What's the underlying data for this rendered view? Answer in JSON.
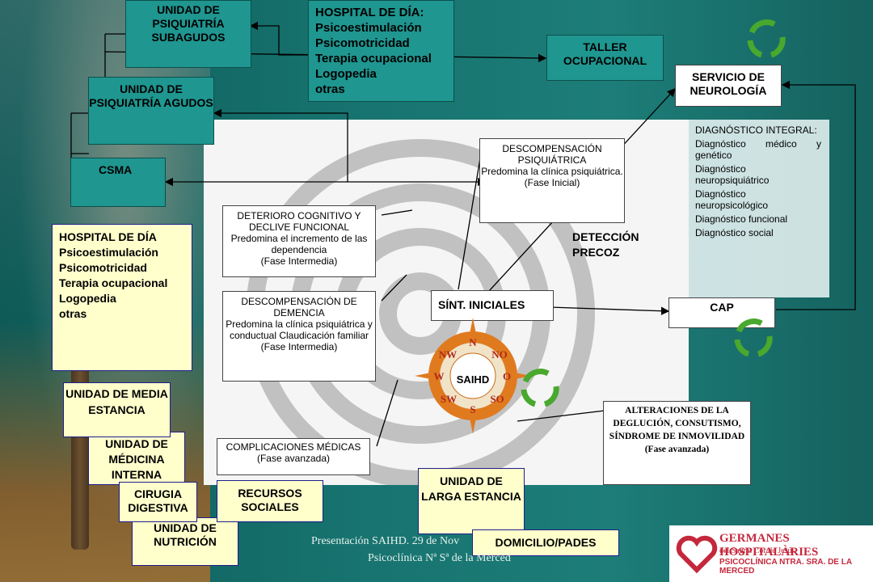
{
  "boxes": {
    "psiq_subagudos": "UNIDAD DE PSIQUIATRÍA SUBAGUDOS",
    "hospital_dia_top": {
      "title": "HOSPITAL DE DÍA:",
      "items": [
        "Psicoestimulación",
        "Psicomotricidad",
        "Terapia ocupacional",
        "Logopedia",
        "otras"
      ]
    },
    "taller": "TALLER OCUPACIONAL",
    "neurologia": "SERVICIO DE NEUROLOGÍA",
    "psiq_agudos": "UNIDAD DE PSIQUIATRÍA AGUDOS",
    "csma": "CSMA",
    "hospital_dia_left": {
      "title": "HOSPITAL DE DÍA",
      "items": [
        "Psicoestimulación",
        "Psicomotricidad",
        "Terapia ocupacional",
        "Logopedia",
        "otras"
      ]
    },
    "media_estancia": "UNIDAD DE MEDIA ESTANCIA",
    "medicina_interna": "UNIDAD DE MÉDICINA INTERNA",
    "cirugia": "CIRUGIA DIGESTIVA",
    "recursos": "RECURSOS SOCIALES",
    "nutricion": "UNIDAD DE NUTRICIÓN",
    "larga_estancia": "UNIDAD DE LARGA ESTANCIA",
    "domicilio": "DOMICILIO/PADES",
    "cap": "CAP",
    "sint_iniciales": "SÍNT. INICIALES",
    "deteccion": "DETECCIÓN PRECOZ",
    "descomp_psiq": {
      "title": "DESCOMPENSACIÓN PSIQUIÁTRICA",
      "body": "Predomina la clínica psiquiátrica.",
      "phase": "(Fase Inicial)"
    },
    "deterioro": {
      "title": "DETERIORO COGNITIVO Y DECLIVE FUNCIONAL",
      "body": "Predomina el incremento de las dependencia",
      "phase": "(Fase Intermedia)"
    },
    "descomp_demencia": {
      "title": "DESCOMPENSACIÓN DE DEMENCIA",
      "body": "Predomina la clínica psiquiátrica y conductual Claudicación familiar",
      "phase": "(Fase Intermedia)"
    },
    "complicaciones": {
      "title": "COMPLICACIONES MÉDICAS",
      "phase": "(Fase avanzada)"
    },
    "alteraciones": {
      "title": "ALTERACIONES DE LA DEGLUCIÓN, CONSUTISMO, SÍNDROME DE INMOVILIDAD",
      "phase": "(Fase avanzada)"
    },
    "diagnostico": {
      "title": "DIAGNÓSTICO INTEGRAL:",
      "items": [
        "Diagnóstico médico y genético",
        "Diagnóstico neuropsiquiátrico",
        "Diagnóstico neuropsicológico",
        "Diagnóstico funcional",
        "Diagnóstico social"
      ]
    }
  },
  "compass": {
    "center": "SAIHD",
    "points": [
      "N",
      "NO",
      "O",
      "SO",
      "S",
      "SW",
      "W",
      "NW"
    ]
  },
  "footer": {
    "line1": "Presentación SAIHD. 29 de Nov",
    "line2": "Psicoclínica Nª Sª de la Merced"
  },
  "logo": {
    "name": "GERMANES HOSPITALÀRIES",
    "sub": "del Sagrat Cor de Jesús",
    "clinic": "PSICOCLÍNICA NTRA. SRA. DE LA MERCED"
  },
  "colors": {
    "teal_box": "#1f9690",
    "yellow_box": "#ffffcc",
    "recycle_green": "#49a82e",
    "compass_orange": "#e07a1f",
    "logo_red": "#c4283c"
  }
}
